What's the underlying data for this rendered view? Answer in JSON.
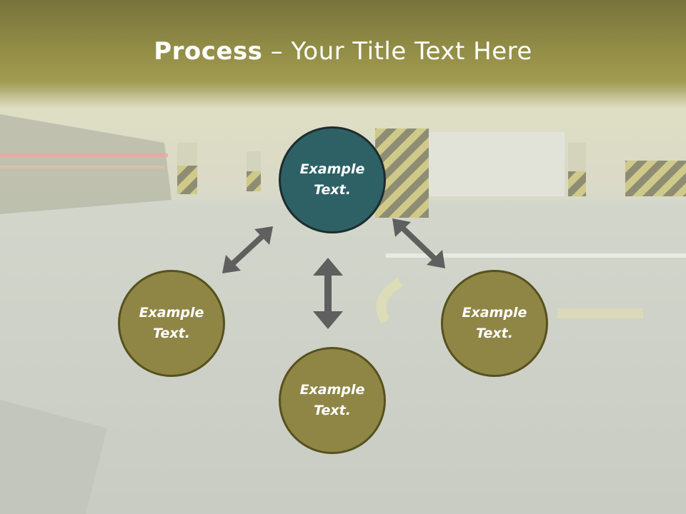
{
  "slide": {
    "title_bold": "Process",
    "title_rest": " – Your Title Text Here"
  },
  "nodes": {
    "top": {
      "line1": "Example",
      "line2": "Text."
    },
    "left": {
      "line1": "Example",
      "line2": "Text."
    },
    "bottom": {
      "line1": "Example",
      "line2": "Text."
    },
    "right": {
      "line1": "Example",
      "line2": "Text."
    }
  },
  "colors": {
    "title_band": "#8f8a45",
    "node_olive": "#8f8646",
    "node_teal": "#2e6165",
    "arrow": "#5f5f5f"
  }
}
